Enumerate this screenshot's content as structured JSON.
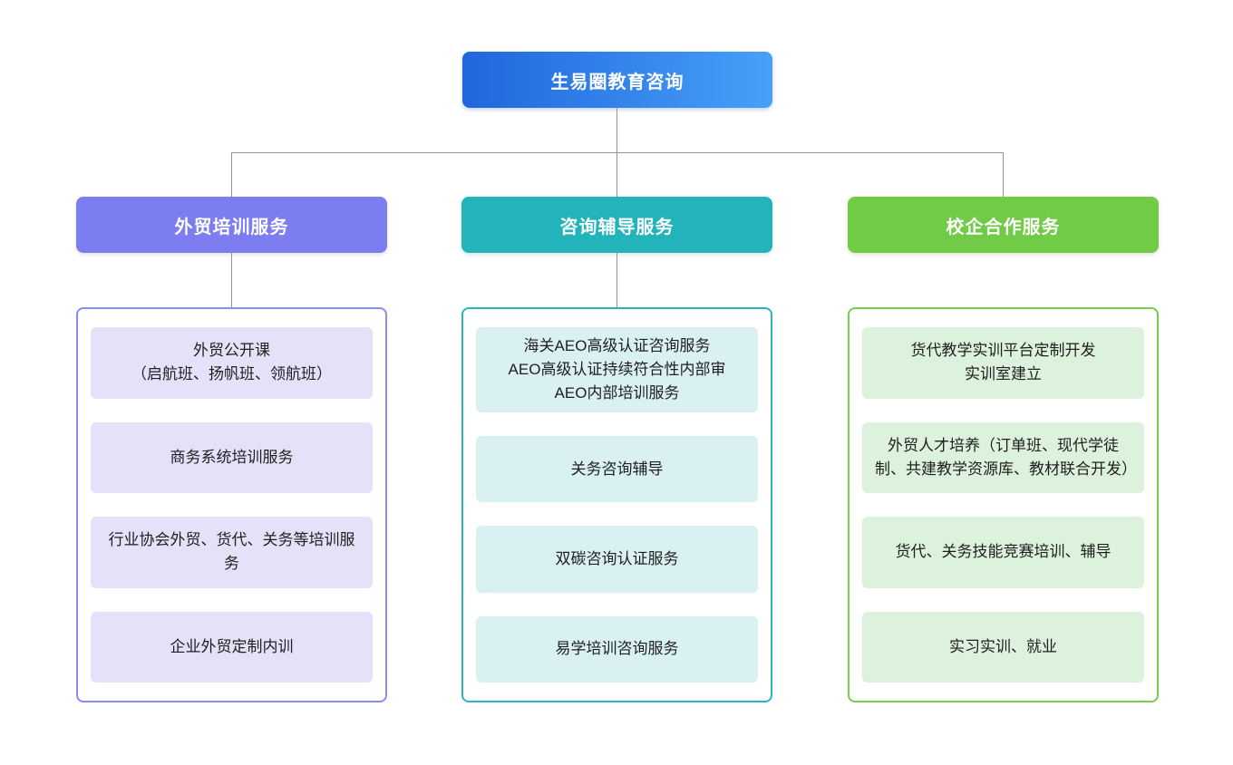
{
  "root": {
    "label": "生易圈教育咨询",
    "colors": {
      "gradient_start": "#2066dd",
      "gradient_end": "#47a0f8",
      "text": "#ffffff"
    }
  },
  "connectors": {
    "color": "#8e959c"
  },
  "branches": [
    {
      "label": "外贸培训服务",
      "has_header_connector": true,
      "colors": {
        "header": "#7c7df0",
        "border": "#8b8bf4",
        "item_bg": "#e4e2f8"
      },
      "items": [
        "外贸公开课\n（启航班、扬帆班、领航班）",
        "商务系统培训服务",
        "行业协会外贸、货代、关务等培训服务",
        "企业外贸定制内训"
      ]
    },
    {
      "label": "咨询辅导服务",
      "has_header_connector": true,
      "colors": {
        "header": "#23b4bb",
        "border": "#2ab6bd",
        "item_bg": "#daf1f3"
      },
      "items": [
        "海关AEO高级认证咨询服务\nAEO高级认证持续符合性内部审\nAEO内部培训服务",
        "关务咨询辅导",
        "双碳咨询认证服务",
        "易学培训咨询服务"
      ]
    },
    {
      "label": "校企合作服务",
      "has_header_connector": false,
      "colors": {
        "header": "#72cb47",
        "border": "#77cd4b",
        "item_bg": "#dcf2dd"
      },
      "items": [
        "货代教学实训平台定制开发\n实训室建立",
        "外贸人才培养（订单班、现代学徒制、共建教学资源库、教材联合开发）",
        "货代、关务技能竞赛培训、辅导",
        "实习实训、就业"
      ]
    }
  ]
}
